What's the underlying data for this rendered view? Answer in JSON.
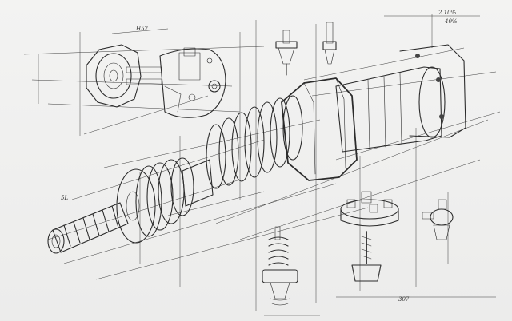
{
  "labels": [
    {
      "key": "top-dimension",
      "text": "H52"
    },
    {
      "key": "bottom-dimension",
      "text": "307"
    },
    {
      "key": "right-note-1",
      "text": "2 10%"
    },
    {
      "key": "right-note-2",
      "text": "40%"
    },
    {
      "key": "left-note",
      "text": "5L"
    }
  ],
  "colors": {
    "paper": "#efefee",
    "ink": "#2c2c2c"
  },
  "icons": [
    "exploded-shaft-assembly",
    "end-flange-assembly",
    "spring-component",
    "turret-component",
    "valve-component",
    "screw-component"
  ]
}
